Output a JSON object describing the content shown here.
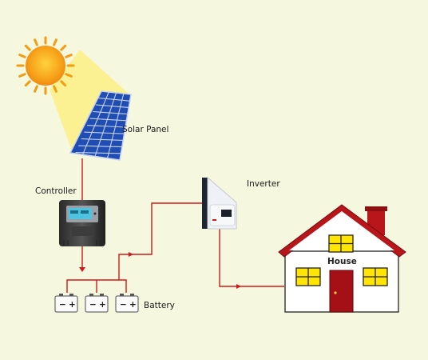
{
  "labels": {
    "solar_panel": "Solar Panel",
    "controller": "Controller",
    "inverter": "Inverter",
    "battery": "Battery",
    "house": "House"
  },
  "battery_terminals": {
    "negative": "−",
    "positive": "+"
  },
  "colors": {
    "background": "#f5f7df",
    "wire": "#d01a1a",
    "sun": "#f7a21a",
    "panel": "#2a58c8",
    "roof": "#b8161a",
    "window": "#ffe500",
    "door": "#a51016"
  }
}
